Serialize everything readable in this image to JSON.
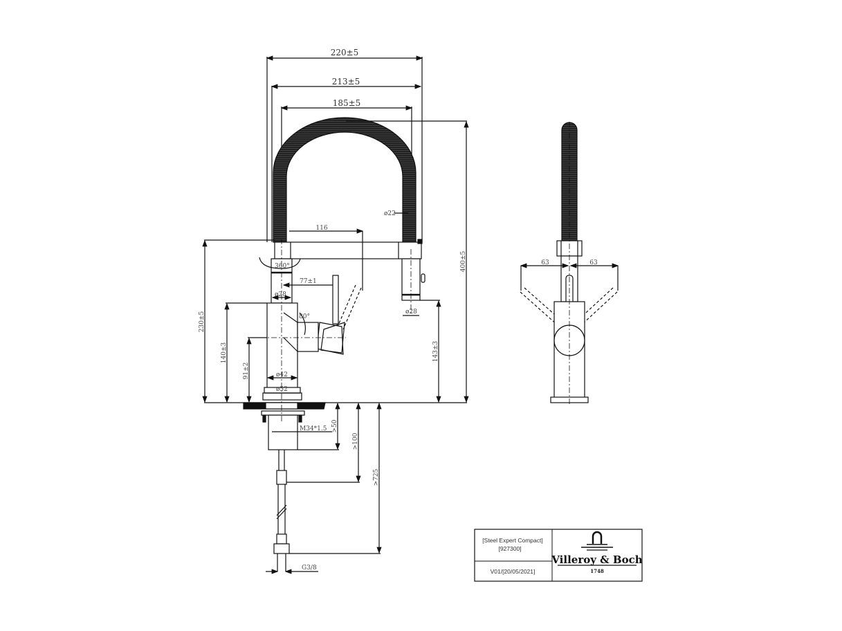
{
  "drawing": {
    "views": [
      "side-view",
      "front-view"
    ],
    "dimensions": {
      "overall_width_outer": "220±5",
      "overall_width_mid": "213±5",
      "overall_width_inner": "185±5",
      "hose_diameter": "ø22",
      "spout_reach": "116",
      "swivel_angle": "360°",
      "lever_offset": "77±1",
      "neck_diameter": "ø28",
      "spray_head_diameter": "ø28",
      "lever_angle": "80°",
      "base_height": "230±5",
      "body_height": "140±3",
      "lever_axis_height": "91±2",
      "body_diameter": "ø42",
      "base_diameter": "ø52",
      "total_height": "400±5",
      "outlet_height": "143±3",
      "thread": "M34*1.5",
      "min_depth_1": ">50",
      "min_depth_2": ">100",
      "hose_length": ">725",
      "connection": "G3/8",
      "lever_left": "63",
      "lever_right": "63"
    }
  },
  "title_block": {
    "product_name": "[Steel Expert Compact]",
    "product_code": "[927300]",
    "version": "V01/[20/05/2021]",
    "brand": "Villeroy & Boch",
    "brand_year": "1748"
  },
  "colors": {
    "line": "#111111",
    "text": "#333333",
    "background": "#ffffff"
  }
}
